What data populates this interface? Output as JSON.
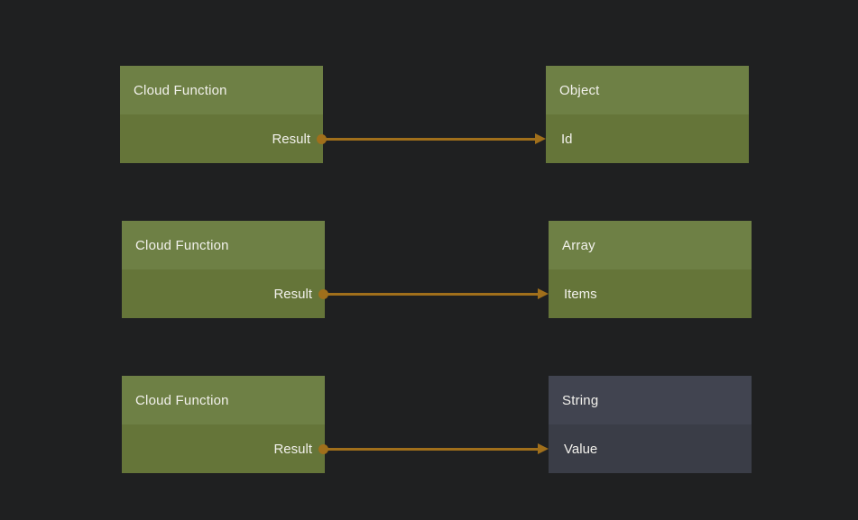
{
  "colors": {
    "background": "#1f2021",
    "node-green-header": "#6e8045",
    "node-green-body": "#657539",
    "node-dark-header": "#414450",
    "node-dark-body": "#3a3d47",
    "wire": "#a06f1b",
    "text": "#f2f1ec"
  },
  "nodes": [
    {
      "title": "Cloud Function",
      "port": "Result",
      "port_side": "output",
      "variant": "green"
    },
    {
      "title": "Object",
      "port": "Id",
      "port_side": "input",
      "variant": "green"
    },
    {
      "title": "Cloud Function",
      "port": "Result",
      "port_side": "output",
      "variant": "green"
    },
    {
      "title": "Array",
      "port": "Items",
      "port_side": "input",
      "variant": "green"
    },
    {
      "title": "Cloud Function",
      "port": "Result",
      "port_side": "output",
      "variant": "green"
    },
    {
      "title": "String",
      "port": "Value",
      "port_side": "input",
      "variant": "dark"
    }
  ],
  "connections": [
    {
      "from_node": "Cloud Function",
      "from_port": "Result",
      "to_node": "Object",
      "to_port": "Id"
    },
    {
      "from_node": "Cloud Function",
      "from_port": "Result",
      "to_node": "Array",
      "to_port": "Items"
    },
    {
      "from_node": "Cloud Function",
      "from_port": "Result",
      "to_node": "String",
      "to_port": "Value"
    }
  ]
}
